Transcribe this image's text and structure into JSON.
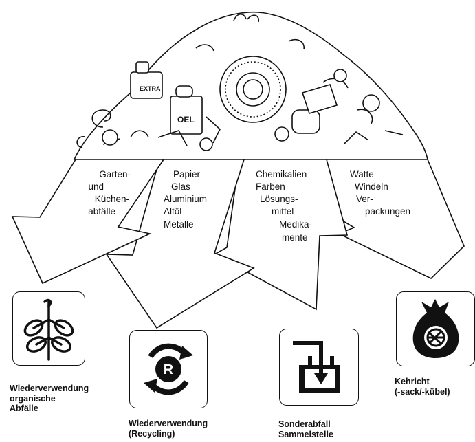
{
  "categories": [
    {
      "id": "organic",
      "items": [
        "Garten-",
        "und",
        "Küchen-",
        "abfälle"
      ],
      "destination": [
        "Wiederverwendung",
        "organische",
        "Abfälle"
      ],
      "icon": "leaf-branch-icon"
    },
    {
      "id": "recycling",
      "items": [
        "Papier",
        "Glas",
        "Aluminium",
        "Altöl",
        "Metalle"
      ],
      "destination": [
        "Wiederverwendung",
        "(Recycling)"
      ],
      "icon": "recycling-r-icon"
    },
    {
      "id": "hazardous",
      "items": [
        "Chemikalien",
        "Farben",
        "Lösungs-",
        "mittel",
        "Medika-",
        "mente"
      ],
      "destination": [
        "Sonderabfall",
        "Sammelstelle"
      ],
      "icon": "collection-container-icon"
    },
    {
      "id": "garbage",
      "items": [
        "Watte",
        "Windeln",
        "Ver-",
        "packungen"
      ],
      "destination": [
        "Kehricht",
        "(-sack/-kübel)"
      ],
      "icon": "garbage-bag-icon"
    }
  ],
  "waste_pile": {
    "labels": [
      "EXTRA",
      "OEL"
    ]
  },
  "colors": {
    "ink": "#111111",
    "paper": "#ffffff"
  }
}
